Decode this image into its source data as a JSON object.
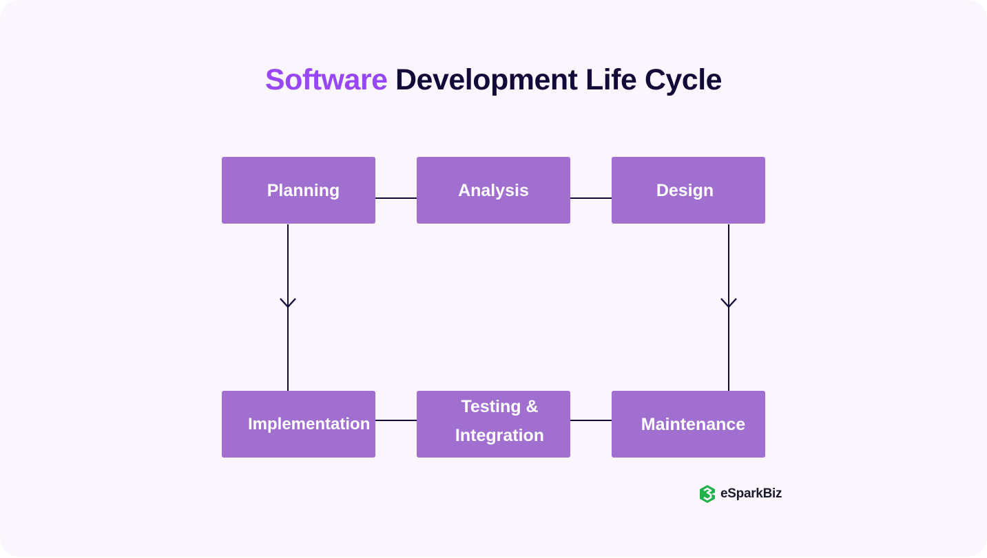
{
  "title": {
    "accent": "Software",
    "rest": "Development Life Cycle"
  },
  "nodes": [
    {
      "id": "planning",
      "label": "Planning"
    },
    {
      "id": "analysis",
      "label": "Analysis"
    },
    {
      "id": "design",
      "label": "Design"
    },
    {
      "id": "implementation",
      "label": "Implementation"
    },
    {
      "id": "testing",
      "label_line1": "Testing &",
      "label_line2": "Integration"
    },
    {
      "id": "maintenance",
      "label": "Maintenance"
    }
  ],
  "edges": [
    {
      "from": "planning",
      "to": "analysis",
      "type": "line"
    },
    {
      "from": "analysis",
      "to": "design",
      "type": "line"
    },
    {
      "from": "planning",
      "to": "implementation",
      "type": "arrow"
    },
    {
      "from": "design",
      "to": "maintenance",
      "type": "arrow"
    },
    {
      "from": "implementation",
      "to": "testing",
      "type": "line"
    },
    {
      "from": "testing",
      "to": "maintenance",
      "type": "line"
    }
  ],
  "logo": {
    "text": "eSparkBiz"
  },
  "colors": {
    "background": "#fbf5fd",
    "box": "#a06fd0",
    "accent": "#9747f5",
    "dark": "#120b3a",
    "logo_green": "#22b04a"
  }
}
